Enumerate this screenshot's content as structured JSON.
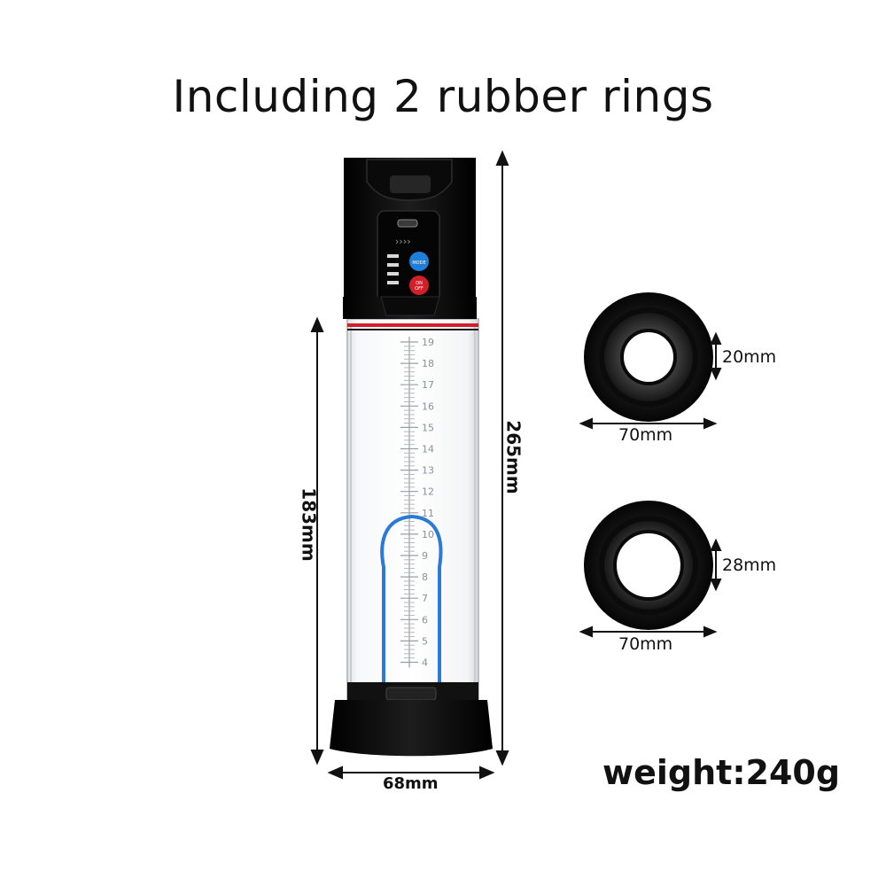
{
  "title": "Including 2 rubber rings",
  "device": {
    "height_label": "265mm",
    "tube_length_label": "183mm",
    "base_width_label": "68mm",
    "scale_ticks": [
      "19",
      "18",
      "17",
      "16",
      "15",
      "14",
      "13",
      "12",
      "11",
      "10",
      "9",
      "8",
      "7",
      "6",
      "5",
      "4"
    ],
    "buttons": {
      "mode": "MODE",
      "power_top": "ON",
      "power_bottom": "OFF"
    }
  },
  "rings": [
    {
      "hole_label": "20mm",
      "width_label": "70mm"
    },
    {
      "hole_label": "28mm",
      "width_label": "70mm"
    }
  ],
  "weight": "weight:240g",
  "colors": {
    "body": "#0d0d0d",
    "accent_red": "#d2202a",
    "mode_blue": "#1e7fd8",
    "outline_blue": "#2a7ad6"
  }
}
